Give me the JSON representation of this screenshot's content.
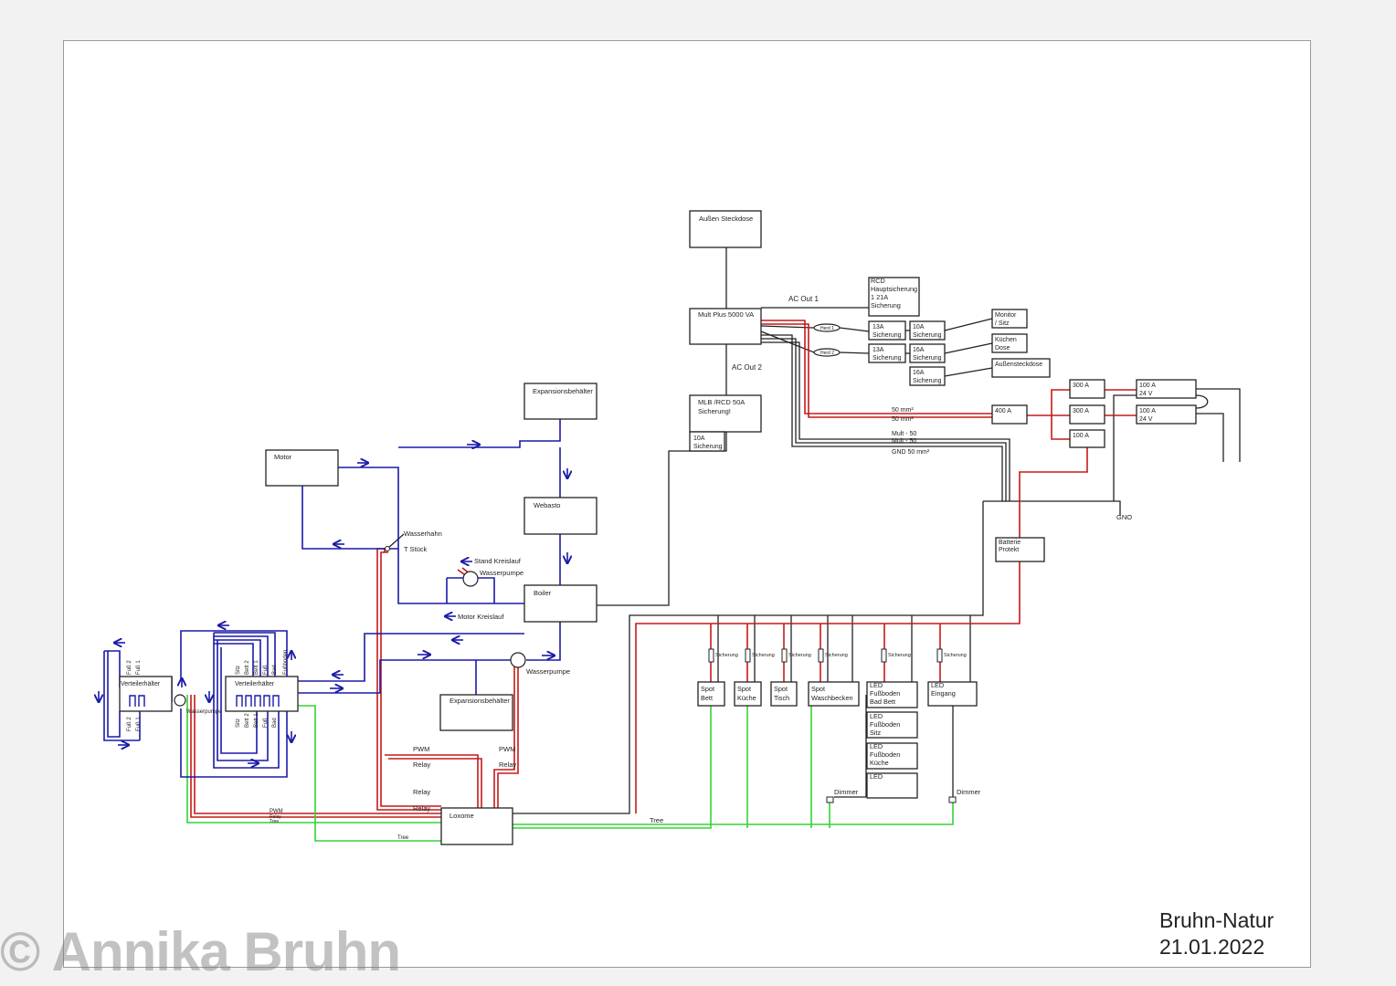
{
  "footer": {
    "company": "Bruhn-Natur",
    "date": "21.01.2022"
  },
  "copyright": "© Annika Bruhn",
  "colors": {
    "water": "#1a1aa8",
    "power_red": "#c41a1a",
    "signal_green": "#35d235",
    "dc_black": "#222222"
  },
  "labels": {
    "aussen_steckdose": "Außen Steckdose",
    "multiplus": "Mult Plus 5000 VA",
    "ac_out_1": "AC Out 1",
    "ac_out_2": "AC Out 2",
    "rcd_haupt": [
      "RCD",
      "Hauptsicherung",
      "1 21A",
      "Sicherung"
    ],
    "mlb": [
      "MLB /RCD 50A",
      "Sicherung!"
    ],
    "mlb_fuse": [
      "10A",
      "Sicherung"
    ],
    "herd_1": "Herd 1",
    "herd_2": "Herd 2",
    "f13a_1": [
      "13A",
      "Sicherung"
    ],
    "f13a_2": [
      "13A",
      "Sicherung"
    ],
    "f10a": [
      "10A",
      "Sicherung"
    ],
    "f16a_1": [
      "16A",
      "Sicherung"
    ],
    "f16a_2": [
      "16A",
      "Sicherung"
    ],
    "monitor": [
      "Monitor",
      "/ Sitz"
    ],
    "kuechen_dose": [
      "Küchen",
      "Dose"
    ],
    "aussensteckdose": "Außensteckdose",
    "b400": "400 A",
    "b300_1": "300 A",
    "b300_2": "300 A",
    "b100": "100 A",
    "bat1": [
      "100 A",
      "24 V"
    ],
    "bat2": [
      "100 A",
      "24 V"
    ],
    "cable_50_1": "50 mm²",
    "cable_50_2": "50 mm²",
    "mult_50_1": "Mult - 50",
    "mult_50_2": "Mult - 50",
    "gnd_50": "GND 50 mm²",
    "gnd": "GNO",
    "batterie_protekt": [
      "Batterie",
      "Protekt"
    ],
    "expansion_1": "Expansionsbehälter",
    "expansion_2": "Expansionsbehälter",
    "motor": "Motor",
    "webasto": "Webasto",
    "boiler": "Boiler",
    "wasserhahn": "Wasserhahn",
    "t_stueck": "T Stück",
    "stand_kreislauf": "Stand Kreislauf",
    "wasserpumpe_1": "Wasserpumpe",
    "wasserpumpe_2": "Wasserpumpe",
    "wasserpumpe_3": "Wasserpumpe",
    "motor_kreislauf": "Motor Kreislauf",
    "verteiler_1": "Verteilerhälter",
    "verteiler_2": "Verteilerhälter",
    "loxome": "Loxome",
    "pwm_1": "PWM",
    "pwm_2": "PWM",
    "pwm_3": "PWM",
    "relay_1": "Relay",
    "relay_2": "Relay",
    "relay_3": "Relay",
    "relay_4": "Relay",
    "relay_5": "Relay",
    "tree_1": "Tree",
    "tree_2": "Tree",
    "tree_3": "Tree",
    "sicherung": "Sicherung",
    "spot_bett": [
      "Spot",
      "Bett"
    ],
    "spot_kueche": [
      "Spot",
      "Küche"
    ],
    "spot_tisch": [
      "Spot",
      "Tisch"
    ],
    "spot_wasch": [
      "Spot",
      "Waschbecken"
    ],
    "led_bad": [
      "LED",
      "Fußboden",
      "Bad Bett"
    ],
    "led_sitz": [
      "LED",
      "Fußboden",
      "Sitz"
    ],
    "led_kueche": [
      "LED",
      "Fußboden",
      "Küche"
    ],
    "led_4": "LED",
    "led_eingang": [
      "LED",
      "Eingang"
    ],
    "dimmer_1": "Dimmer",
    "dimmer_2": "Dimmer",
    "fuss_1_top": [
      "Fuß 2",
      "Fuß 1"
    ],
    "fuss_1_bot": [
      "Fuß 2",
      "Fuß 1"
    ],
    "fuss_2_top": [
      "Sitz",
      "Bett 2",
      "Bett 1",
      "Fuß",
      "Bad",
      "Fußboden"
    ],
    "fuss_2_bot": [
      "Sitz",
      "Bett 2",
      "Bett 1",
      "Fuß",
      "Bad"
    ]
  }
}
